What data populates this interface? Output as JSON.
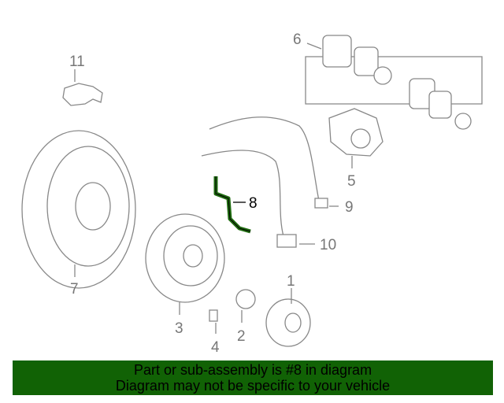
{
  "diagram": {
    "callouts": {
      "c1": "1",
      "c2": "2",
      "c3": "3",
      "c4": "4",
      "c5": "5",
      "c6": "6",
      "c7": "7",
      "c8": "8",
      "c9": "9",
      "c10": "10",
      "c11": "11"
    },
    "highlighted_part": "8",
    "highlight_color": "#1f6b10"
  },
  "banner": {
    "line1": "Part or sub-assembly is #8 in diagram",
    "line2": "Diagram may not be specific to your vehicle",
    "color": "#116205"
  }
}
